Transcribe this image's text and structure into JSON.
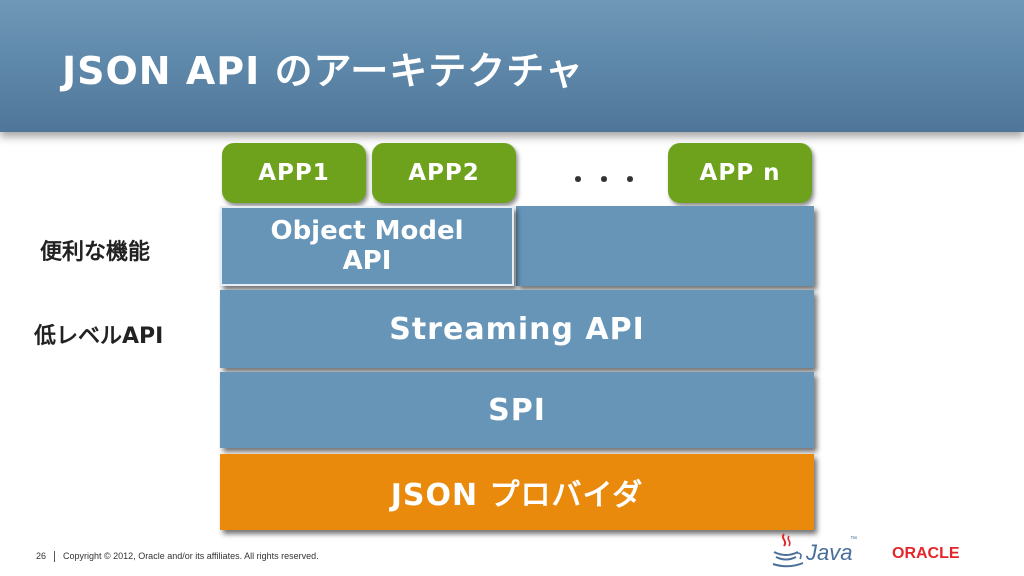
{
  "slide": {
    "title": "JSON API のアーキテクチャ"
  },
  "apps": {
    "app1": "APP1",
    "app2": "APP2",
    "ellipsis": "・・・",
    "appn": "APP n"
  },
  "layers": {
    "object_model": "Object Model API",
    "streaming": "Streaming API",
    "spi": "SPI",
    "provider": "JSON プロバイダ"
  },
  "labels": {
    "convenient": "便利な機能",
    "low_level": "低レベルAPI"
  },
  "footer": {
    "page_number": "26",
    "copyright": "Copyright © 2012, Oracle and/or its affiliates. All rights reserved."
  },
  "logos": {
    "java": "Java",
    "java_tm": "™",
    "oracle": "ORACLE"
  },
  "colors": {
    "title_bar": "#5f89ab",
    "layer_blue": "#6695b8",
    "app_green": "#6ea21c",
    "provider_orange": "#ea8a0c",
    "oracle_red": "#e3262b"
  }
}
